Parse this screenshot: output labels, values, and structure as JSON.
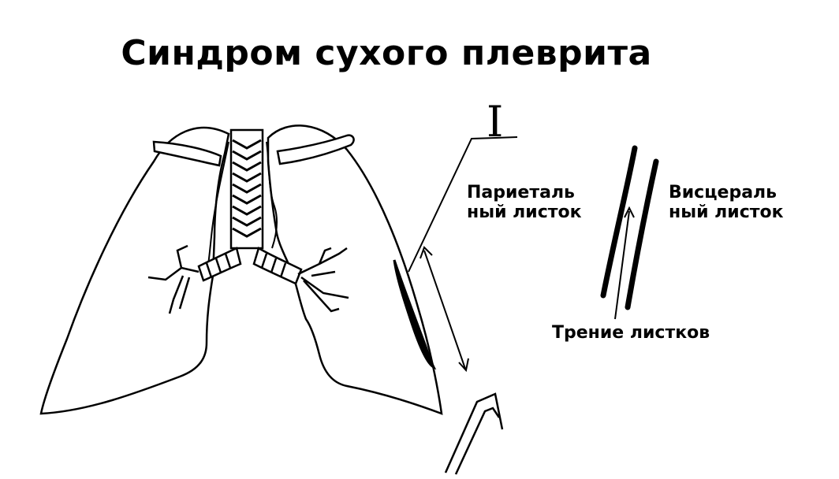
{
  "title": "Синдром сухого плеврита",
  "stage_marker": "I",
  "labels": {
    "parietal_line1": "Париеталь",
    "parietal_line2": "ный листок",
    "visceral_line1": "Висцераль",
    "visceral_line2": "ный  листок",
    "friction": "Трение листков"
  },
  "colors": {
    "ink": "#000000",
    "background": "#ffffff"
  }
}
